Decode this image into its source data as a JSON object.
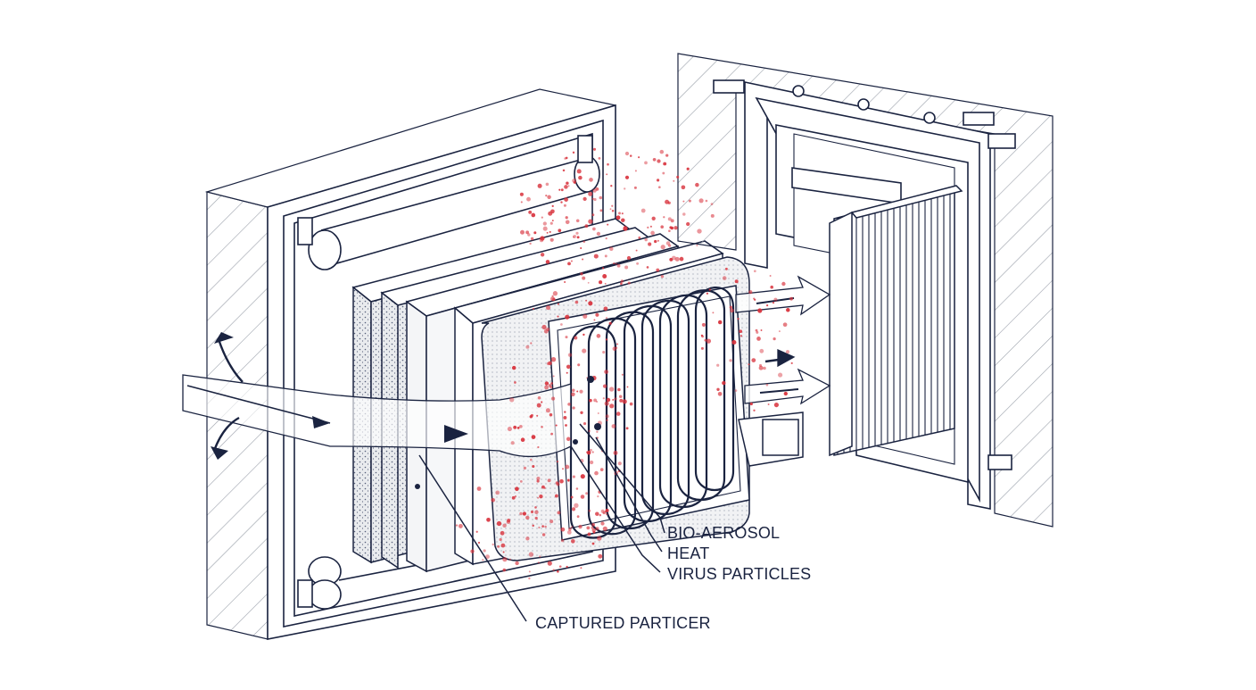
{
  "labels": {
    "bio_aerosol": "BIO-AEROSOL",
    "heat": "HEAT",
    "virus_particles": "VIRUS PARTICLES",
    "captured_particles": "CAPTURED PARTICER"
  },
  "colors": {
    "ink": "#1a2340",
    "particle": "#d8323c",
    "hatch": "#8a8f9a",
    "paper": "#ffffff",
    "filter_fill": "#eef0f3"
  },
  "icons": {
    "flow_arrow": "arrowhead",
    "coil": "heating-coil",
    "particle": "dot"
  }
}
